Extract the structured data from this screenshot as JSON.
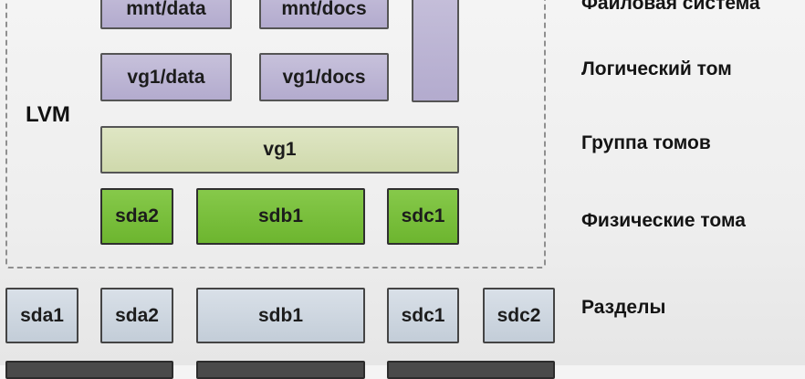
{
  "lvm_label": "LVM",
  "filesystem_row": {
    "label": "Файловая система",
    "items": [
      "mnt/data",
      "mnt/docs"
    ]
  },
  "logical_volume_row": {
    "label": "Логический том",
    "items": [
      "vg1/data",
      "vg1/docs"
    ]
  },
  "volume_group_row": {
    "label": "Группа томов",
    "items": [
      "vg1"
    ]
  },
  "physical_volume_row": {
    "label": "Физические тома",
    "items": [
      "sda2",
      "sdb1",
      "sdc1"
    ]
  },
  "partitions_row": {
    "label": "Разделы",
    "items": [
      "sda1",
      "sda2",
      "sdb1",
      "sdc1",
      "sdc2"
    ]
  },
  "colors": {
    "logical": "#b8b0d2",
    "group": "#d6dfb8",
    "physical": "#7abf3c",
    "partition": "#ccd5df"
  }
}
